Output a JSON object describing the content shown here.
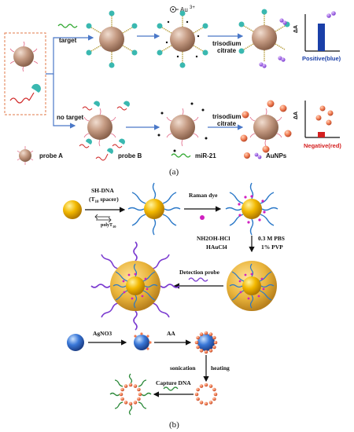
{
  "panel_a": {
    "label_target": "target",
    "label_no_target": "no target",
    "label_au": "Au",
    "label_au_sup": "3+",
    "label_citrate_top_1": "trisodium",
    "label_citrate_top_2": "citrate",
    "label_citrate_bot_1": "trisodium",
    "label_citrate_bot_2": "citrate",
    "axis_label_top": "ΔA",
    "axis_label_bot": "ΔA",
    "result_positive": "Positive(blue)",
    "result_negative": "Negative(red)",
    "legend": {
      "probe_a": "probe A",
      "probe_b": "probe B",
      "mir21": "miR-21",
      "aunps": "AuNPs"
    },
    "caption": "(a)"
  },
  "panel_b": {
    "label_sh_dna_1": "SH-DNA",
    "label_sh_dna_2": "(T",
    "label_sh_dna_sub": "10",
    "label_sh_dna_3": " spacer)",
    "label_polyt": "polyT",
    "label_polyt_sub": "10",
    "label_raman": "Raman dye",
    "label_nh2oh": "NH2OH-HCl",
    "label_haucl": "HAuCl4",
    "label_pbs": "0.3 M PBS",
    "label_pvp": "1% PVP",
    "label_detection": "Detection probe",
    "label_agno3": "AgNO3",
    "label_aa": "AA",
    "label_sonication": "sonication",
    "label_heating": "heating",
    "label_capture": "Capture DNA",
    "caption": "(b)"
  },
  "colors": {
    "probe_a": "#c49a82",
    "au_core": "#f2b800",
    "ag_sphere": "#3a78d8",
    "aunp": "#f07a50",
    "arrow_blue": "#4a78c8",
    "positive": "#1a3fa8",
    "negative": "#d42020"
  }
}
